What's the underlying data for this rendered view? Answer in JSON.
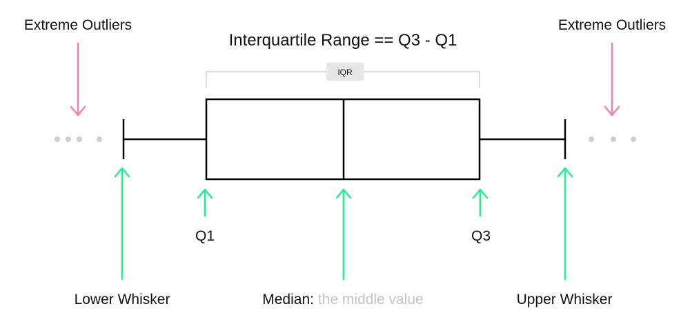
{
  "title": "Interquartile Range == Q3 - Q1",
  "iqr_tag": "IQR",
  "outliers_left": "Extreme Outliers",
  "outliers_right": "Extreme Outliers",
  "q1": "Q1",
  "q3": "Q3",
  "lower_whisker": "Lower Whisker",
  "upper_whisker": "Upper Whisker",
  "median_label": "Median:",
  "median_desc": "the middle value",
  "colors": {
    "outlier_arrow": "#f77fb3",
    "quartile_arrow": "#1af58a",
    "muted_text": "#c4c4c4",
    "dots": "#cfcfcf",
    "iqr_bracket": "#dcdcdc",
    "iqr_tag_bg": "#e6e6e6"
  }
}
